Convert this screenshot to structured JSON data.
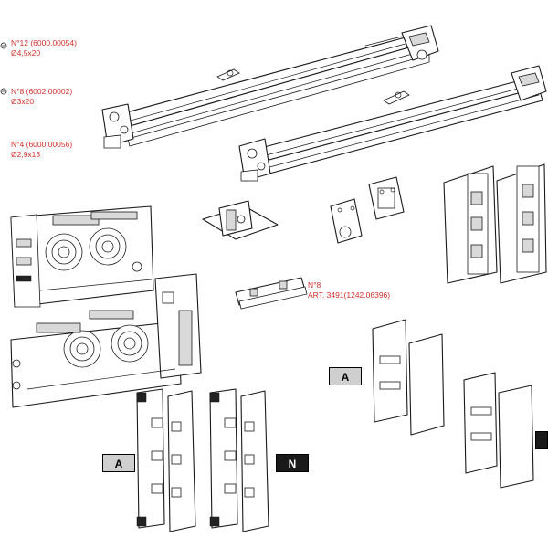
{
  "colors": {
    "label": "#d3302c",
    "line": "#1a1a1a",
    "badge_light": "#cfcfcf",
    "badge_dark": "#1a1a1a"
  },
  "screws": [
    {
      "number": "N°12 (6000.00054)",
      "size": "Ø4,5x20"
    },
    {
      "number": "N°8 (6002.00002)",
      "size": "Ø3x20"
    },
    {
      "number": "N°4 (6000.00056)",
      "size": "Ø2,9x13"
    }
  ],
  "bracket": {
    "count": "N°8",
    "article": "ART. 3491(1242.06396)"
  },
  "badges": {
    "a_left": "A",
    "n": "N",
    "a_right": "A"
  }
}
